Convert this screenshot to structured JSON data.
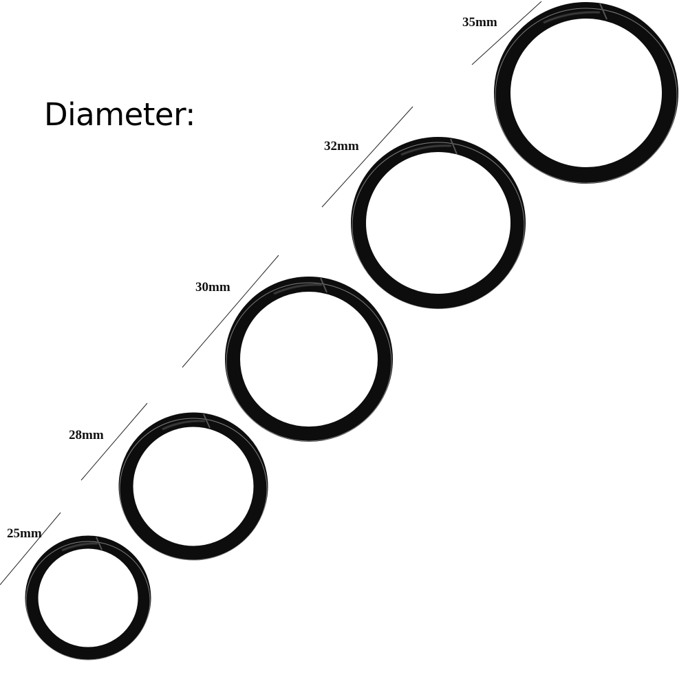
{
  "heading": "Diameter:",
  "rings": [
    {
      "label": "25mm",
      "name": "ring-25mm"
    },
    {
      "label": "28mm",
      "name": "ring-28mm"
    },
    {
      "label": "30mm",
      "name": "ring-30mm"
    },
    {
      "label": "32mm",
      "name": "ring-32mm"
    },
    {
      "label": "35mm",
      "name": "ring-35mm"
    }
  ],
  "colors": {
    "ring": "#0d0d0d",
    "ring_highlight": "#3a3a3a",
    "leader_line": "#222222",
    "background": "#ffffff"
  }
}
